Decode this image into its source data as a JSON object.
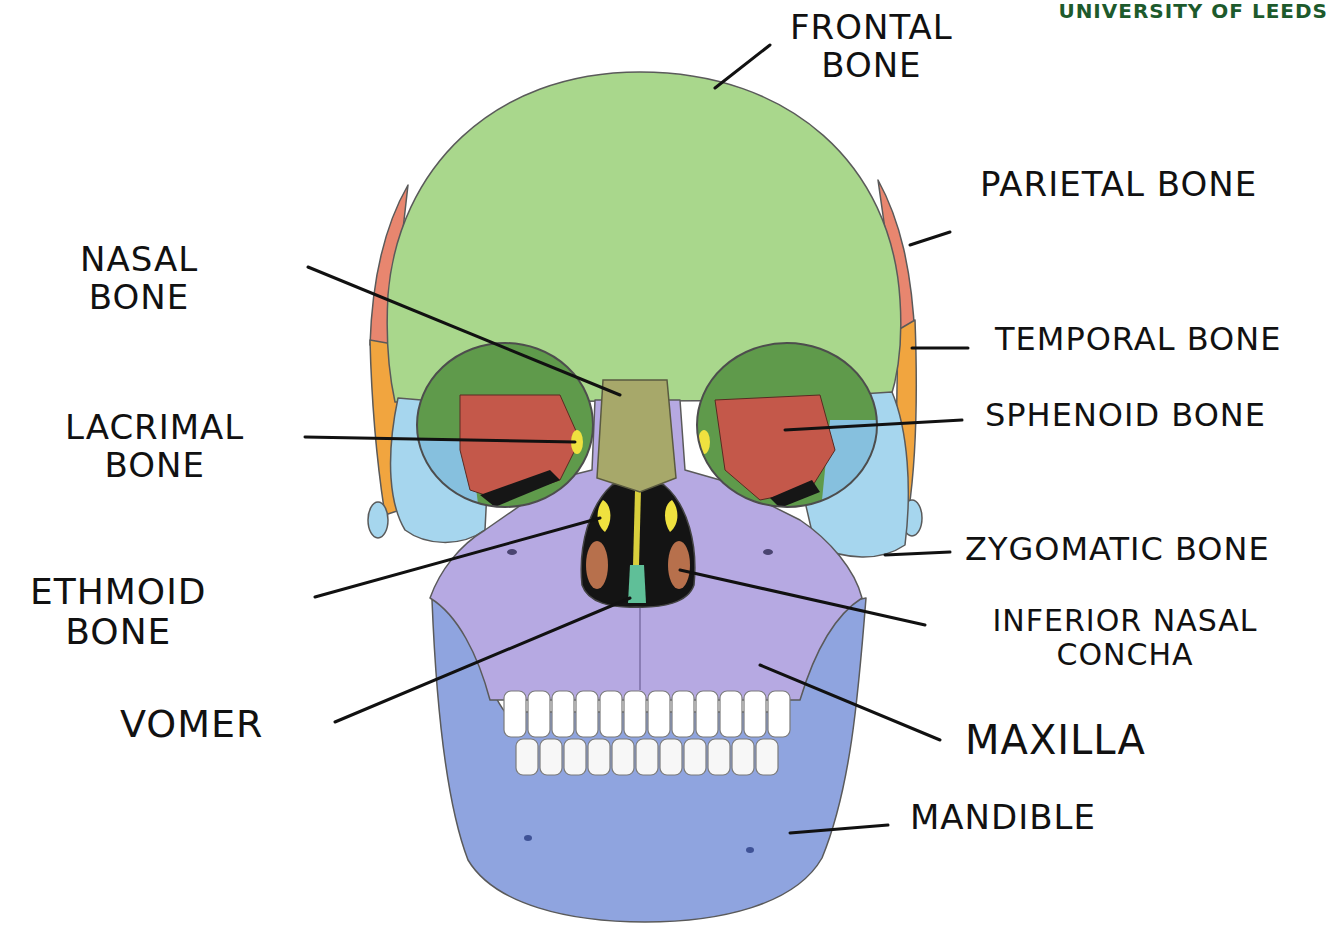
{
  "diagram": {
    "labels": [
      "UNIVERSITY OF LEEDS",
      "FRONTAL BONE",
      "PARIETAL BONE",
      "NASAL BONE",
      "TEMPORAL BONE",
      "LACRIMAL BONE",
      "SPHENOID BONE",
      "ETHMOID BONE",
      "ZYGOMATIC BONE",
      "INFERIOR NASAL CONCHA",
      "VOMER",
      "MAXILLA",
      "MANDIBLE"
    ]
  }
}
